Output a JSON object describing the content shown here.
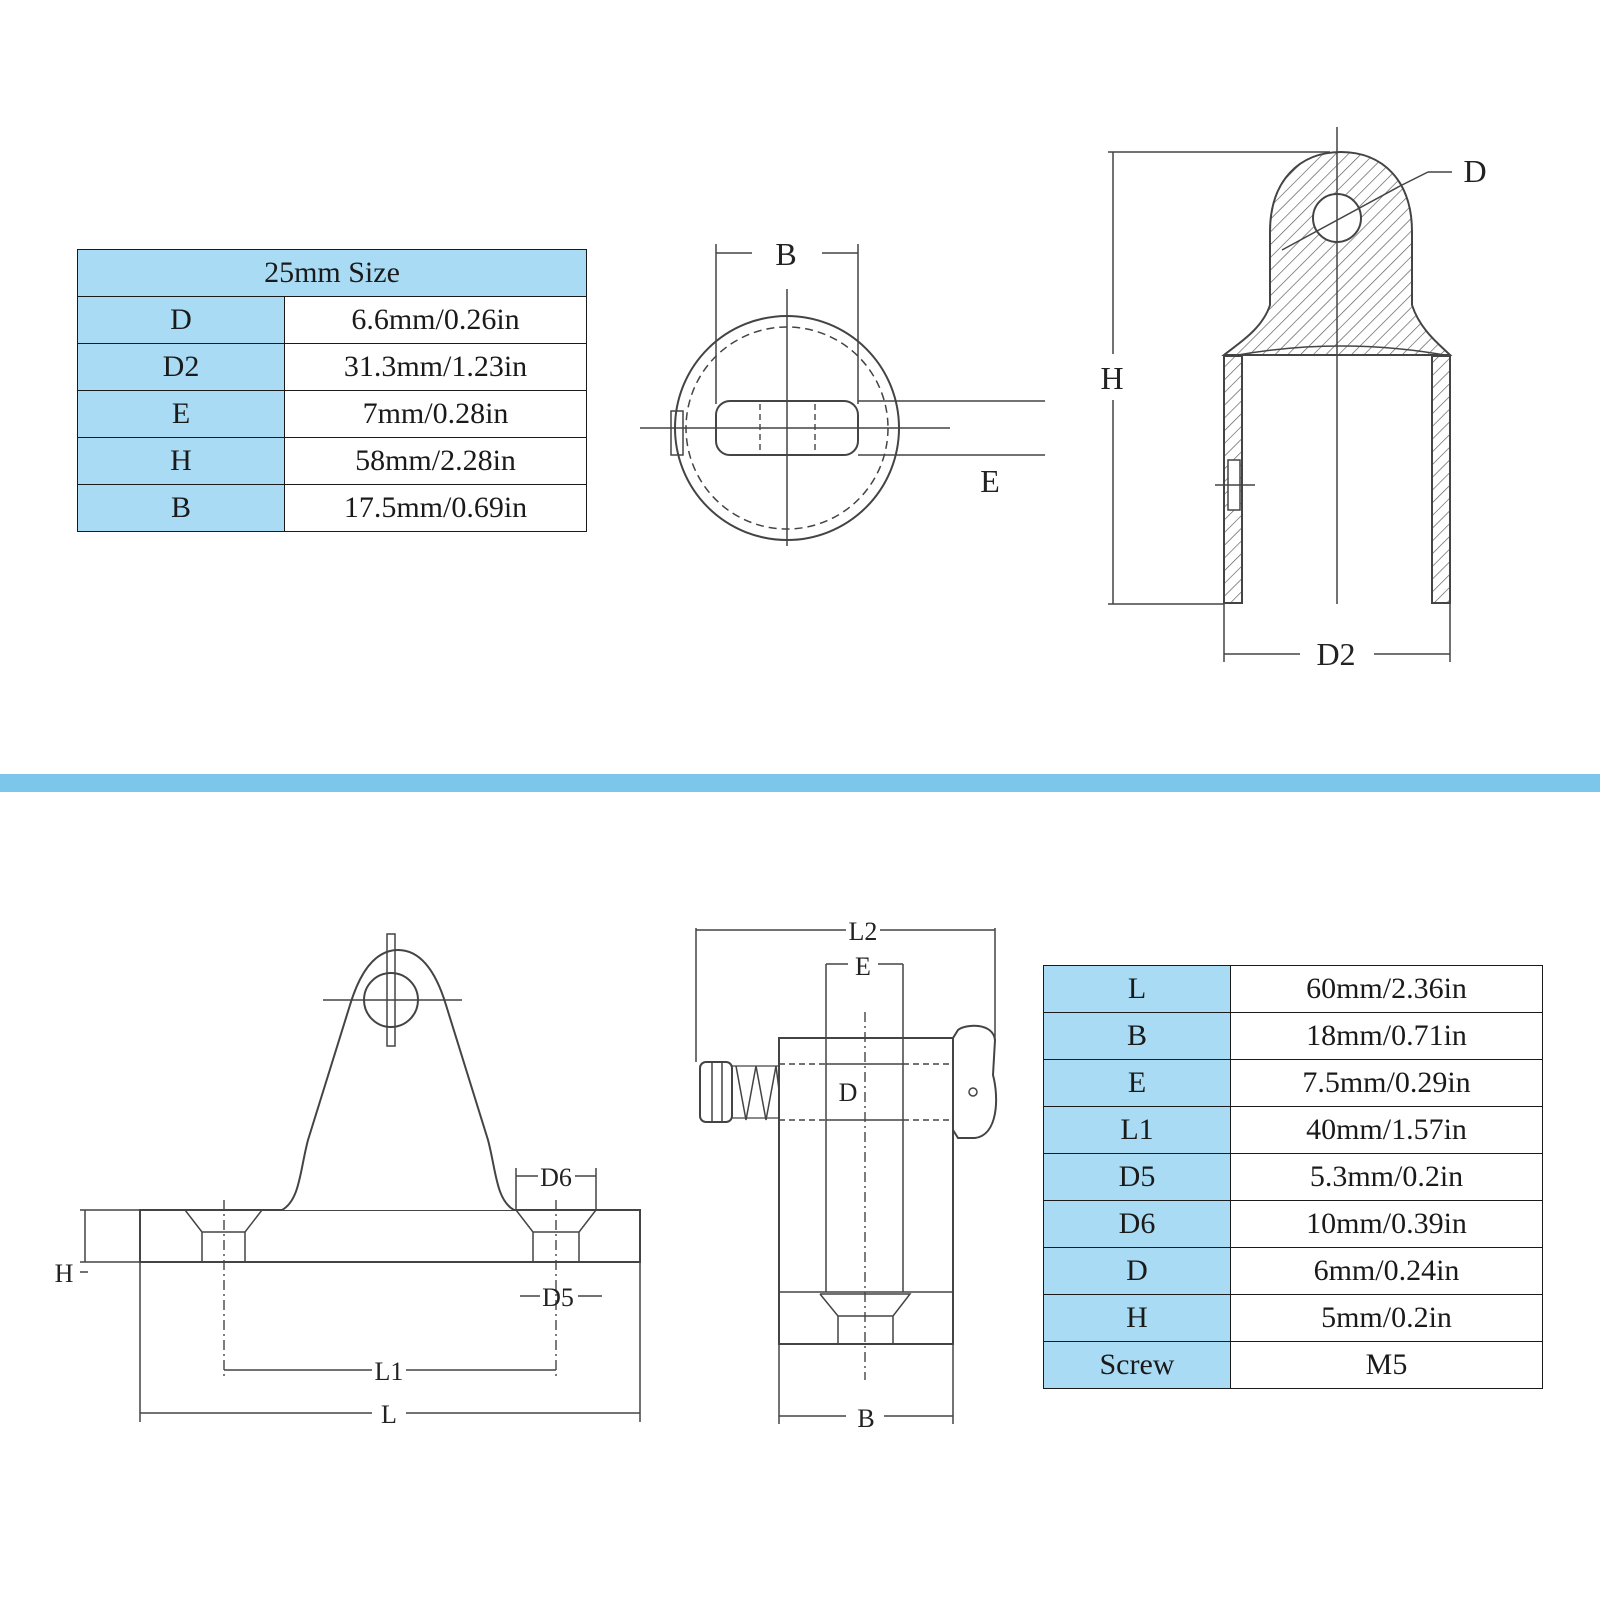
{
  "colors": {
    "accent": "#7cc6ec",
    "header_cell": "#a9dcf4",
    "line": "#444444"
  },
  "top_table": {
    "title": "25mm Size",
    "rows": [
      {
        "label": "D",
        "value": "6.6mm/0.26in"
      },
      {
        "label": "D2",
        "value": "31.3mm/1.23in"
      },
      {
        "label": "E",
        "value": "7mm/0.28in"
      },
      {
        "label": "H",
        "value": "58mm/2.28in"
      },
      {
        "label": "B",
        "value": "17.5mm/0.69in"
      }
    ]
  },
  "bottom_table": {
    "rows": [
      {
        "label": "L",
        "value": "60mm/2.36in"
      },
      {
        "label": "B",
        "value": "18mm/0.71in"
      },
      {
        "label": "E",
        "value": "7.5mm/0.29in"
      },
      {
        "label": "L1",
        "value": "40mm/1.57in"
      },
      {
        "label": "D5",
        "value": "5.3mm/0.2in"
      },
      {
        "label": "D6",
        "value": "10mm/0.39in"
      },
      {
        "label": "D",
        "value": "6mm/0.24in"
      },
      {
        "label": "H",
        "value": "5mm/0.2in"
      },
      {
        "label": "Screw",
        "value": "M5"
      }
    ]
  },
  "drawings": {
    "cap_top_view": {
      "B": "B",
      "E": "E"
    },
    "cap_side_view": {
      "D": "D",
      "H": "H",
      "D2": "D2"
    },
    "mount_front_view": {
      "D6": "D6",
      "H": "H",
      "D5": "D5",
      "L1": "L1",
      "L": "L"
    },
    "mount_side_view": {
      "L2": "L2",
      "E": "E",
      "D": "D",
      "B": "B"
    }
  }
}
